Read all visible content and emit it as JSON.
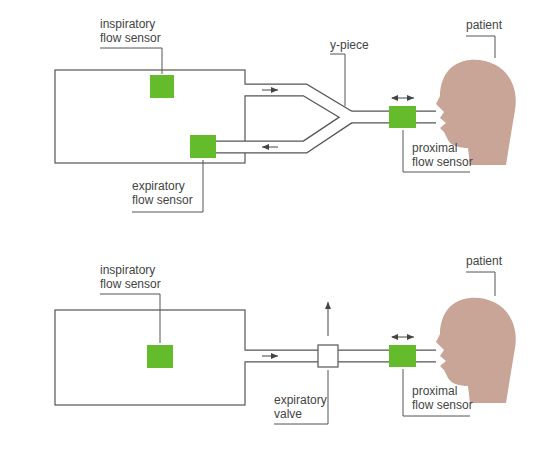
{
  "diagram": {
    "labels": [
      "inspiratory flow sensor",
      "y-piece",
      "patient",
      "expiratory flow sensor",
      "proximal flow sensor",
      "inspiratory flow sensor",
      "patient",
      "expiratory valve",
      "proximal flow sensor"
    ]
  }
}
